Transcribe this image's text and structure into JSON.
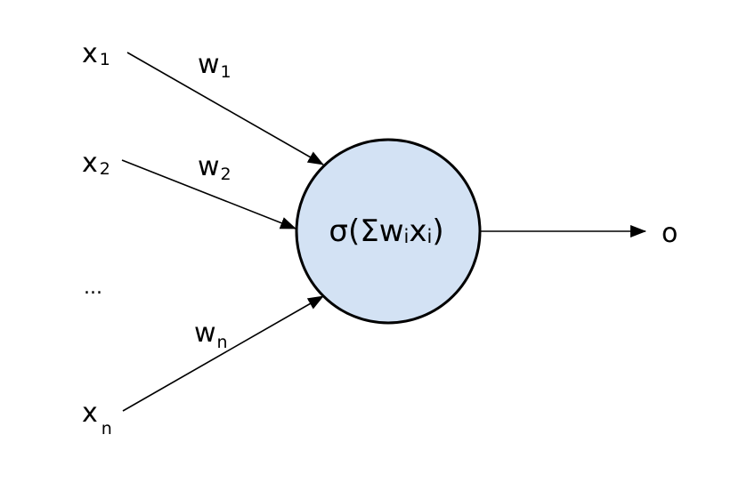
{
  "diagram": {
    "type": "perceptron",
    "inputs": [
      {
        "label": "x",
        "subscript": "1"
      },
      {
        "label": "x",
        "subscript": "2"
      },
      {
        "label": "...",
        "subscript": ""
      },
      {
        "label": "x",
        "subscript": "n"
      }
    ],
    "weights": [
      {
        "label": "w",
        "subscript": "1"
      },
      {
        "label": "w",
        "subscript": "2"
      },
      {
        "label": "w",
        "subscript": "n"
      }
    ],
    "node": {
      "prefix": "σ(Σw",
      "sub_i1": "i",
      "mid": "x",
      "sub_i2": "i",
      "suffix": ")",
      "fill_color": "#d3e2f4",
      "stroke_color": "#000000"
    },
    "output": {
      "label": "o"
    }
  }
}
